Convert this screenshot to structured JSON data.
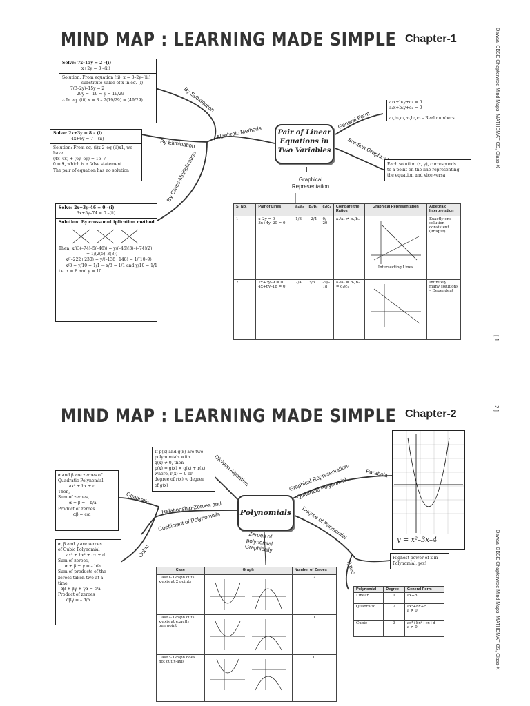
{
  "page1": {
    "title": "MIND MAP : LEARNING MADE SIMPLE",
    "chapter": "Chapter-1",
    "side_text": "Oswaal CBSE Chapterwise Mind Maps, MATHEMATICS, Class-X",
    "page_marker": "[ 1",
    "center": [
      "Pair of Linear",
      "Equations in",
      "Two Variables"
    ],
    "branches": {
      "algebraic": "Algebraic Methods",
      "substitution": "By Substitution",
      "elimination": "By Elimination",
      "cross": "By Cross-Multiplication",
      "general_form": "General Form",
      "solution_graphically": "Solution Graphically",
      "graphical_rep": "Graphical Representation"
    },
    "substitution_box": {
      "q": [
        "Solve: 7x–15y = 2  –(i)",
        "x+2y = 3  –(ii)"
      ],
      "s": [
        "Solution: From equation (ii), x = 3–2y–(iii)",
        "substitute value of x in eq. (i)",
        "7(3–2y)–15y = 2",
        "–29y = –19 ⇒  y = 19/29",
        "∴ In eq. (iii) x = 3 – 2(19/29) = (49/29)"
      ]
    },
    "elimination_box": {
      "q": [
        "Solve: 2x+3y = 8 – (i)",
        "4x+6y = 7 – (ii)"
      ],
      "s": [
        "Solution: From eq. (i)x 2–eq (ii)x1, we have",
        "(4x–4x) + (6y–6y) = 16–7",
        "0 = 9, which is a false statement",
        "The pair of equation has no solution"
      ]
    },
    "cross_box": {
      "q": [
        "Solve: 2x+3y–46 = 0  –(i)",
        "3x+5y–74 = 0  –(ii)"
      ],
      "s": [
        "Solution: By cross-multiplication method"
      ],
      "calc": [
        "Then,   x/(3(–74)–5(–46))  =  y/(–46)(3)–(–74)(2)",
        "= 1/(2(5)–3(3))",
        "x/(–222+230) = y/(–138+148) = 1/(10–9)",
        "x/8 = y/10 = 1/1 ⇒ x/8 = 1/1 and y/10 = 1/1",
        "i.e.  x = 8 and y = 10"
      ]
    },
    "general_form_note": [
      "a₁x+b₁y+c₁ = 0",
      "a₂x+b₂y+c₂ = 0",
      "a₁,b₁,c₁,a₂,b₂,c₂ – Real numbers"
    ],
    "solution_note": [
      "Each solution (x, y), corresponds",
      "to a point on the line representing",
      "the equation and vice-versa"
    ],
    "table": {
      "headers": [
        "S. No.",
        "Pair of Lines",
        "a₁/a₂",
        "b₁/b₂",
        "c₁/c₂",
        "Compare the Ratios",
        "Graphical Representation",
        "Algebraic Interpretation"
      ],
      "rows": [
        {
          "no": "1.",
          "lines": [
            "x–2y = 0",
            "3x+4y–20 = 0"
          ],
          "a": "1/3",
          "b": "–2/4",
          "c": "0/–20",
          "cmp": "a₁/a₂ ≠ b₁/b₂",
          "graph": "Intersecting Lines",
          "interp": [
            "Exactly one",
            "solution –",
            "consistent",
            "(unique)"
          ]
        },
        {
          "no": "2.",
          "lines": [
            "2x+3y–9 = 0",
            "4x+6y–18 = 0"
          ],
          "a": "2/4",
          "b": "3/6",
          "c": "–9/–18",
          "cmp": "a₁/a₂ = b₁/b₂ = c₁/c₂",
          "graph": "",
          "interp": [
            "Infinitely",
            "many solutions",
            "– Dependent"
          ]
        }
      ]
    }
  },
  "page2": {
    "title": "MIND MAP : LEARNING MADE SIMPLE",
    "chapter": "Chapter-2",
    "side_text": "Oswaal CBSE Chapterwise Mind Maps, MATHEMATICS, Class-X",
    "page_marker": "2 ]",
    "center": "Polynomials",
    "branches": {
      "division": "Division Algorithm",
      "relationship": "Relationship-Zeroes and",
      "coefficient": "Coefficient of Polynomials",
      "quadratic": "Quadratic",
      "cubic": "Cubic",
      "graphical": "Graphical Representation-",
      "quad_poly": "Quadratic Polynomial",
      "parabola": "Parabola",
      "degree": "Degree of Polynomial",
      "types": "Types",
      "zeroes_graph": [
        "Zeroes of",
        "polynomial",
        "Graphically"
      ]
    },
    "division_box": [
      "If p(x) and g(x) are two",
      "polynomials with",
      "g(x) ≠ 0, then –",
      "p(x) = g(x) × q(x) + r(x)",
      "where, r(x) = 0 or",
      "degree of r(x) < degree",
      "of g(x)"
    ],
    "quadratic_box": [
      "α and β are zeroes of",
      "Quadratic Polynomial",
      "ax² + bx + c",
      "Then,",
      "Sum of zeroes,",
      "α + β = – b/a",
      "Product of zeroes",
      "αβ = c/a"
    ],
    "cubic_box": [
      "α, β and γ are zeroes",
      "of Cubic Polynomial",
      "ax³ + bx² + cx + d",
      "Sum of zeroes,",
      "α + β + γ = – b/a",
      "Sum of products of the",
      "zeroes taken two at a",
      "time",
      "αβ + βγ + γα = c/a",
      "Product of zeroes",
      "αβγ = – d/a"
    ],
    "graph_equation": "y = x²–3x–4",
    "degree_note": [
      "Highest power of x in",
      "Polynomial, p(x)"
    ],
    "case_table": {
      "headers": [
        "Case",
        "Graph",
        "Number of Zeroes"
      ],
      "rows": [
        {
          "case": [
            "Case1- Graph cuts",
            "x-axis at 2 points"
          ],
          "zeroes": "2"
        },
        {
          "case": [
            "Case2- Graph cuts",
            "x-axis at exactly",
            "one point"
          ],
          "zeroes": "1"
        },
        {
          "case": [
            "Case3- Graph does",
            "not cut x-axis"
          ],
          "zeroes": "0"
        }
      ]
    },
    "types_table": {
      "headers": [
        "Polynomial",
        "Degree",
        "General Form"
      ],
      "rows": [
        {
          "name": "Linear",
          "deg": "1",
          "form": [
            "ax+b"
          ]
        },
        {
          "name": "Quadratic",
          "deg": "2",
          "form": [
            "ax²+bx+c",
            "a ≠ 0"
          ]
        },
        {
          "name": "Cubic",
          "deg": "3",
          "form": [
            "ax³+bx²+cx+d",
            "a ≠ 0"
          ]
        }
      ]
    }
  }
}
